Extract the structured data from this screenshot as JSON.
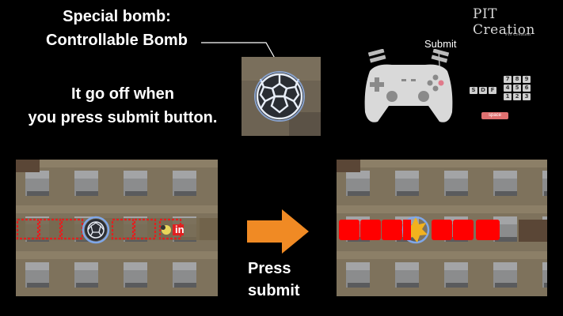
{
  "title_block": {
    "line1": "Special bomb:",
    "line2": "Controllable Bomb"
  },
  "description": {
    "line1": "It go off when",
    "line2": "you press submit button."
  },
  "brand": {
    "name": "PIT Creation",
    "sub": "PIT Creation"
  },
  "controller": {
    "submit_label": "Submit",
    "keys_left": [
      "S",
      "D",
      "F"
    ],
    "numpad_rows": [
      [
        "7",
        "8",
        "9"
      ],
      [
        "4",
        "5",
        "6"
      ],
      [
        "1",
        "2",
        "3"
      ]
    ],
    "space_label": "space"
  },
  "scene_before": {
    "marker_label": "in"
  },
  "action": {
    "line1": "Press",
    "line2": "submit"
  },
  "colors": {
    "explosion": "#ff0000",
    "arrow": "#f08a24",
    "ring": "#7fa7e8",
    "dotted": "#e02020"
  }
}
